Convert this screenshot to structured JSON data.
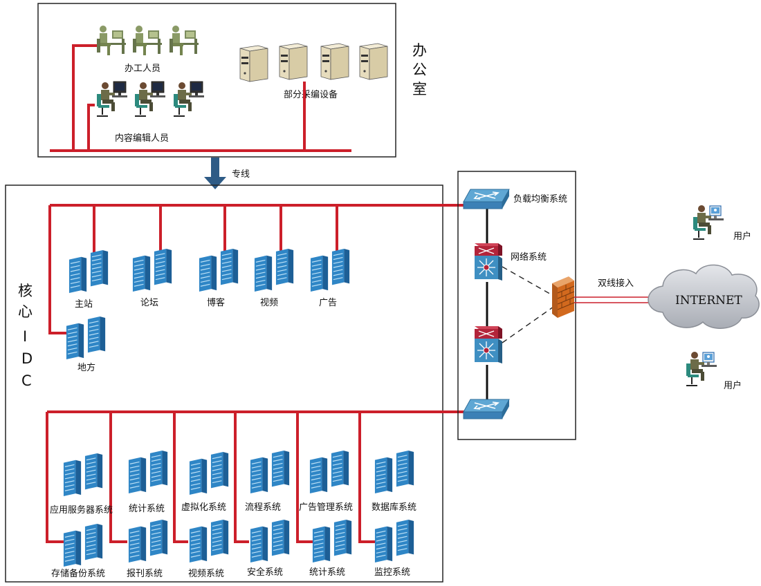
{
  "colors": {
    "link_line": "#cc1f2a",
    "arrow": "#2e5b86",
    "server_blue": "#2f86c6",
    "switch_blue": "#3f8fc2",
    "router_red": "#b3243a",
    "firewall": "#d2691e",
    "cloud": "#c9ccd1"
  },
  "office": {
    "title": "办公室",
    "staff_label": "办工人员",
    "editor_label": "内容编辑人员",
    "equipment_label": "部分采编设备"
  },
  "dedicated_line": {
    "label": "专线"
  },
  "idc": {
    "title": "核心IDC",
    "top_group": [
      {
        "label": "主站"
      },
      {
        "label": "论坛"
      },
      {
        "label": "博客"
      },
      {
        "label": "视频"
      },
      {
        "label": "广告"
      },
      {
        "label": "地方"
      }
    ],
    "bottom_row_1": [
      {
        "label": "应用服务器系统"
      },
      {
        "label": "统计系统"
      },
      {
        "label": "虚拟化系统"
      },
      {
        "label": "流程系统"
      },
      {
        "label": "广告管理系统"
      },
      {
        "label": "数据库系统"
      }
    ],
    "bottom_row_2": [
      {
        "label": "存储备份系统"
      },
      {
        "label": "报刊系统"
      },
      {
        "label": "视频系统"
      },
      {
        "label": "安全系统"
      },
      {
        "label": "统计系统"
      },
      {
        "label": "监控系统"
      }
    ]
  },
  "network": {
    "load_balancer_label": "负载均衡系统",
    "network_system_label": "网络系统",
    "dual_line_label": "双线接入",
    "internet_label": "INTERNET"
  },
  "users": [
    {
      "label": "用户"
    },
    {
      "label": "用户"
    }
  ]
}
